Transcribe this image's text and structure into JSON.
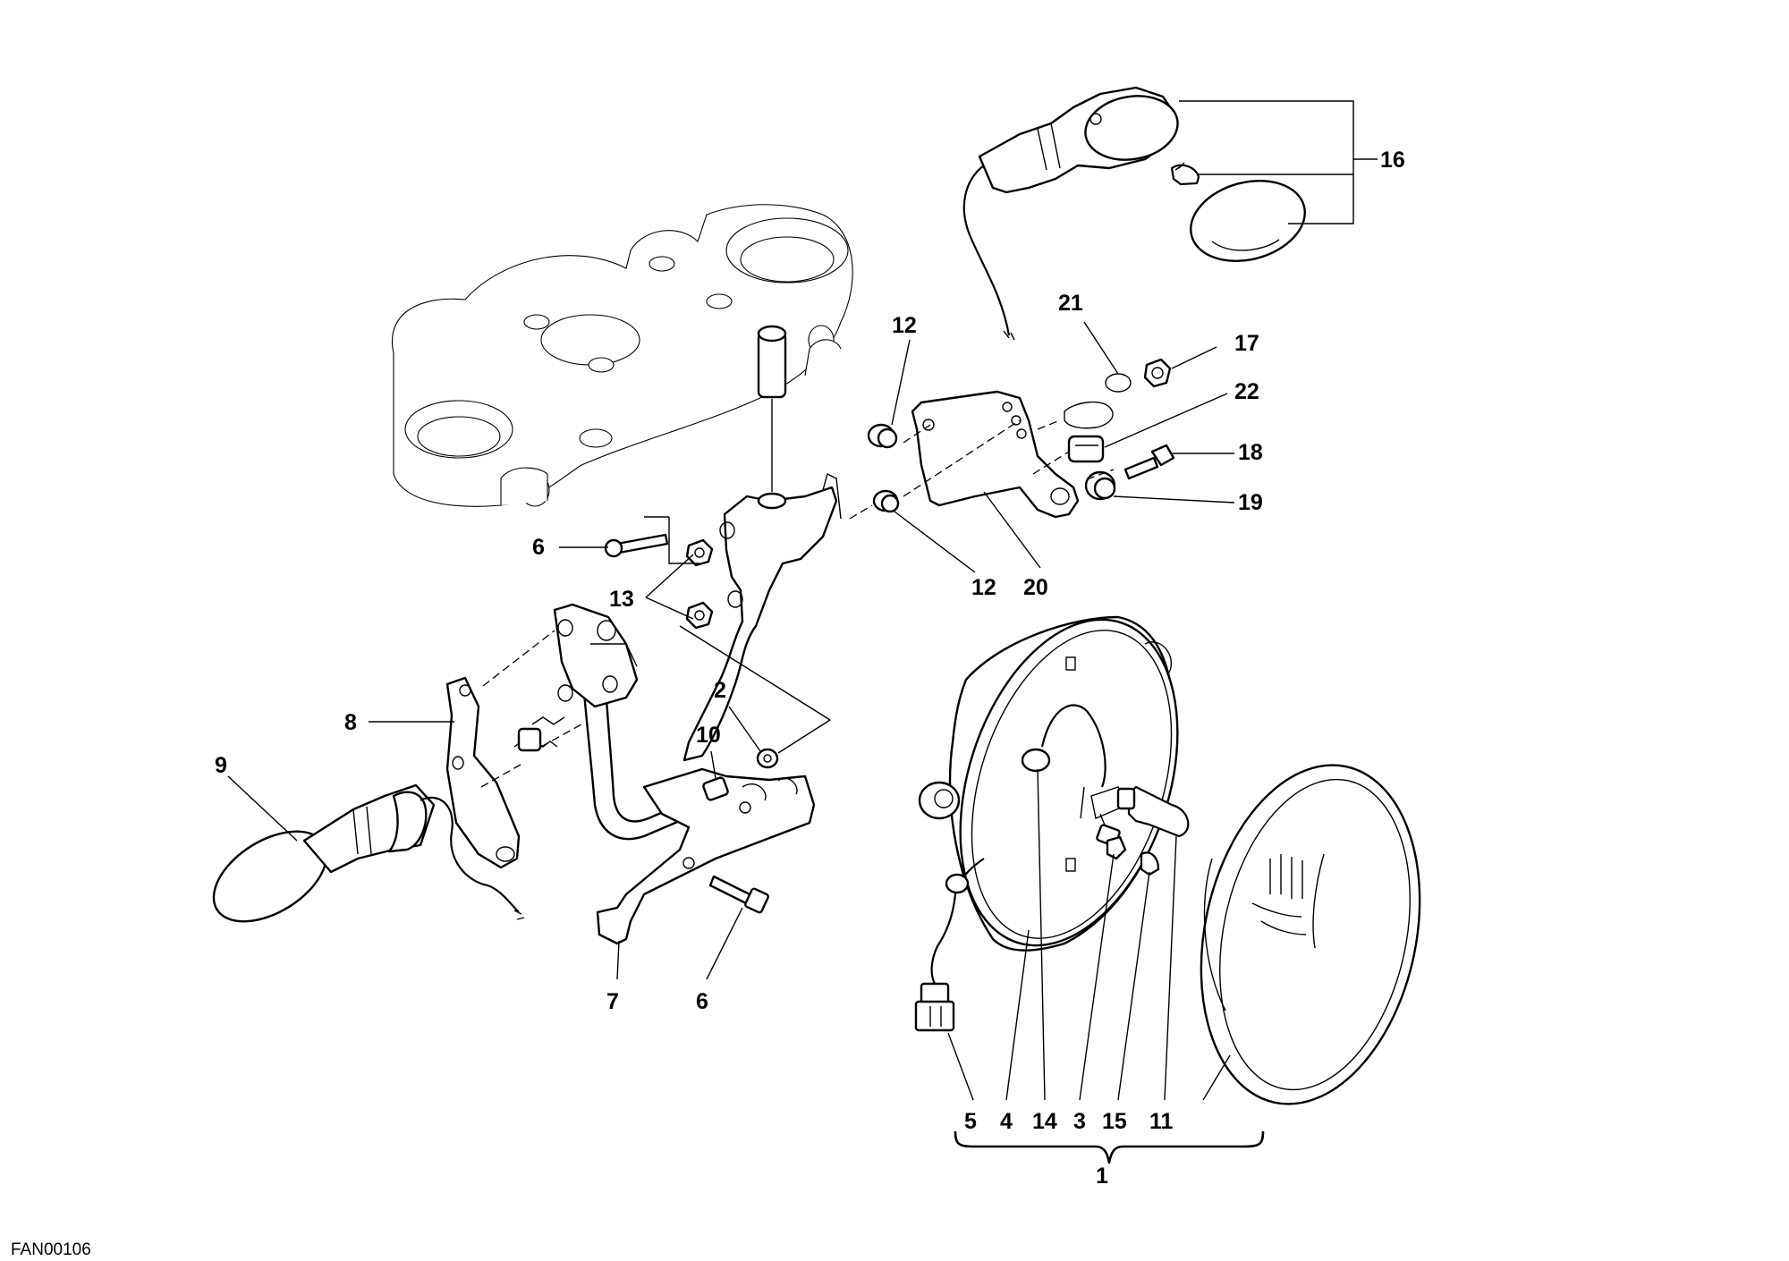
{
  "drawing_code": "FAN00106",
  "callouts": {
    "c1": "1",
    "c2": "2",
    "c3": "3",
    "c4": "4",
    "c5": "5",
    "c6a": "6",
    "c6b": "6",
    "c7": "7",
    "c8": "8",
    "c9": "9",
    "c10": "10",
    "c11": "11",
    "c12a": "12",
    "c12b": "12",
    "c13": "13",
    "c14": "14",
    "c15": "15",
    "c16": "16",
    "c17": "17",
    "c18": "18",
    "c19": "19",
    "c20": "20",
    "c21": "21",
    "c22": "22"
  }
}
